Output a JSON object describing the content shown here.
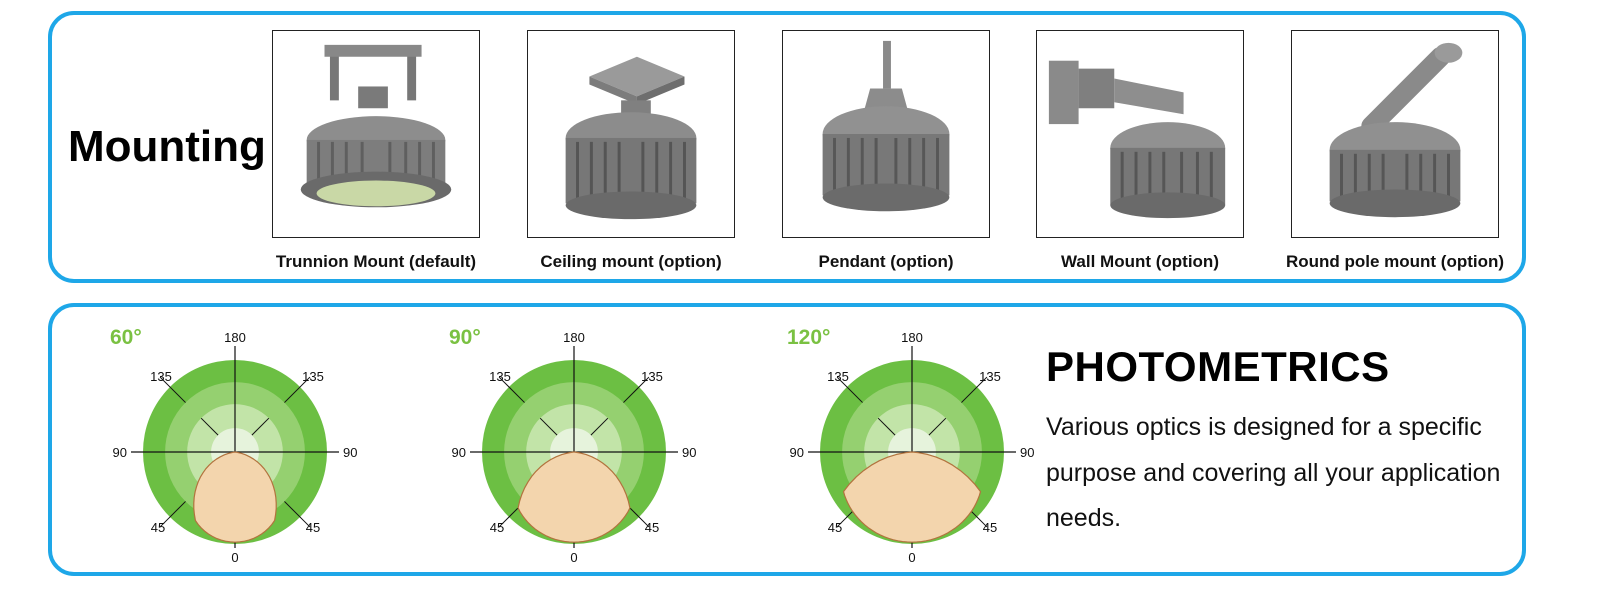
{
  "mounting": {
    "title": "Mounting",
    "items": [
      {
        "caption": "Trunnion Mount (default)",
        "icon": "trunnion-mount-light-icon"
      },
      {
        "caption": "Ceiling mount (option)",
        "icon": "ceiling-mount-light-icon"
      },
      {
        "caption": "Pendant (option)",
        "icon": "pendant-mount-light-icon"
      },
      {
        "caption": "Wall Mount (option)",
        "icon": "wall-mount-light-icon"
      },
      {
        "caption": "Round pole mount (option)",
        "icon": "round-pole-mount-light-icon"
      }
    ]
  },
  "photometrics": {
    "title": "PHOTOMETRICS",
    "description": "Various optics is designed for a specific purpose and covering all your application needs.",
    "charts": [
      {
        "beam_label": "60°",
        "beam_angle": 60
      },
      {
        "beam_label": "90°",
        "beam_angle": 90
      },
      {
        "beam_label": "120°",
        "beam_angle": 120
      }
    ],
    "angle_labels": {
      "top": "180",
      "upper_left": "135",
      "upper_right": "135",
      "left": "90",
      "right": "90",
      "lower_left": "45",
      "lower_right": "45",
      "bottom": "0"
    }
  },
  "colors": {
    "frame": "#1ea7e8",
    "ring_outer": "#6cbf43",
    "ring_middle": "#95d070",
    "ring_inner": "#c2e4a8",
    "ring_center": "#e6f3dc",
    "beam_fill": "#f3d5ad",
    "beam_stroke": "#b2733e",
    "label_green": "#7ac142"
  }
}
